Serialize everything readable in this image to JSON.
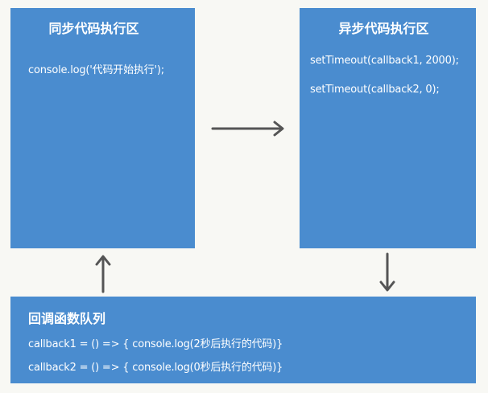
{
  "sync_area": {
    "title": "同步代码执行区",
    "lines": [
      "console.log('代码开始执行');"
    ]
  },
  "async_area": {
    "title": "异步代码执行区",
    "lines": [
      "setTimeout(callback1, 2000);",
      "setTimeout(callback2, 0);"
    ]
  },
  "callback_queue": {
    "title": "回调函数队列",
    "lines": [
      "callback1 =  () => { console.log(2秒后执行的代码)}",
      "callback2 =  () => { console.log(0秒后执行的代码)}"
    ]
  },
  "colors": {
    "box": "#4a8ccf",
    "arrow": "#555555",
    "background": "#f8f8f4"
  }
}
